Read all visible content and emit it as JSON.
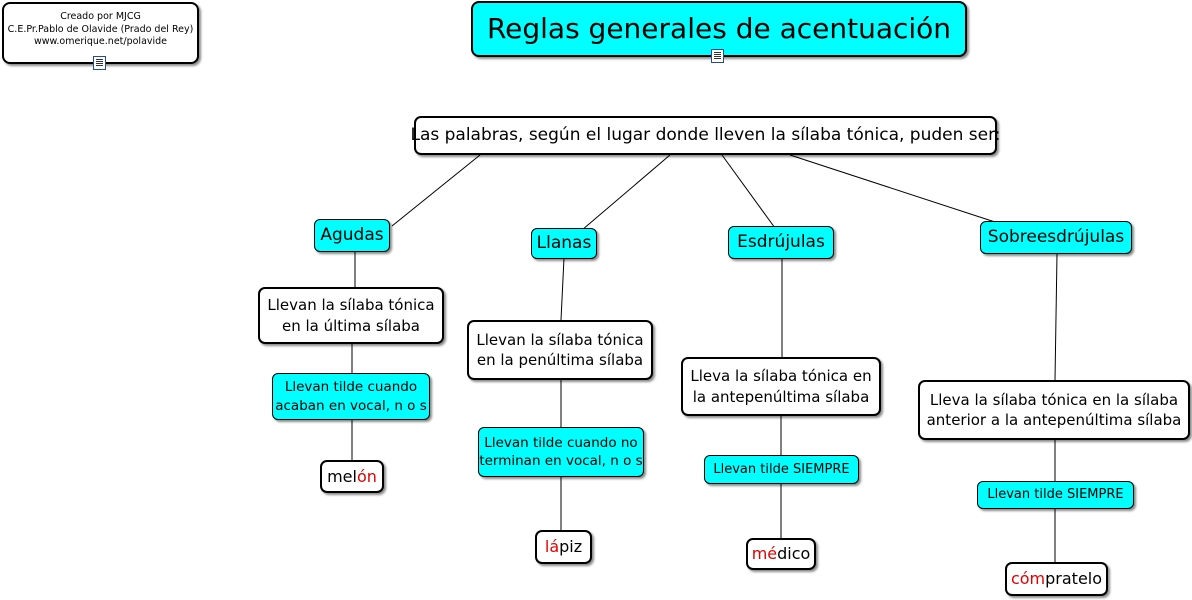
{
  "credits": {
    "line1": "Creado por MJCG",
    "line2": "C.E.Pr.Pablo de Olavide (Prado del Rey)",
    "line3": "www.omerique.net/polavide",
    "icon": "document-icon"
  },
  "title": {
    "text": "Reglas generales de acentuación",
    "icon": "document-icon"
  },
  "root": {
    "text": "Las palabras, según el lugar donde lleven la sílaba tónica, puden ser:"
  },
  "categories": {
    "agudas": {
      "name": "Agudas",
      "rule_line1": "Llevan la sílaba tónica",
      "rule_line2": "en la última sílaba",
      "tilde_line1": "Llevan tilde cuando",
      "tilde_line2": "acaban en vocal, n o s",
      "example_pre": "mel",
      "example_stress": "ón",
      "example_post": ""
    },
    "llanas": {
      "name": "Llanas",
      "rule_line1": "Llevan la sílaba tónica",
      "rule_line2": "en la penúltima sílaba",
      "tilde_line1": "Llevan tilde cuando no",
      "tilde_line2": "terminan en vocal, n o s",
      "example_pre": "",
      "example_stress": "lá",
      "example_post": "piz"
    },
    "esdrujulas": {
      "name": "Esdrújulas",
      "rule_line1": "Lleva la sílaba tónica en",
      "rule_line2": "la antepenúltima sílaba",
      "tilde": "Llevan tilde SIEMPRE",
      "example_pre": "",
      "example_stress": "mé",
      "example_post": "dico"
    },
    "sobreesdrujulas": {
      "name": "Sobreesdrújulas",
      "rule_line1": "Lleva la sílaba tónica en la sílaba",
      "rule_line2": "anterior a la antepenúltima sílaba",
      "tilde": "Llevan tilde SIEMPRE",
      "example_pre": "",
      "example_stress": "cóm",
      "example_post": "pratelo"
    }
  },
  "colors": {
    "node_fill": "#00ffff",
    "stress": "#e00000",
    "icon": "#1f4d9a"
  }
}
